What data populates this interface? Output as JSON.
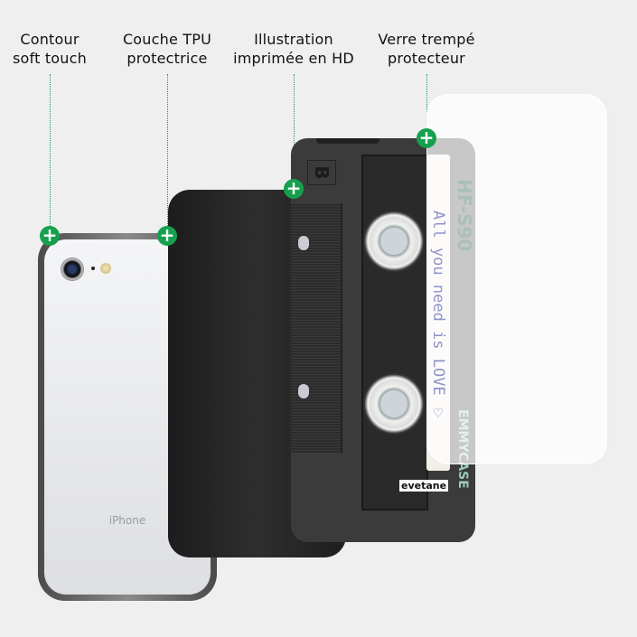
{
  "labels": [
    {
      "line1": "Contour",
      "line2": "soft touch"
    },
    {
      "line1": "Couche TPU",
      "line2": "protectrice"
    },
    {
      "line1": "Illustration",
      "line2": "imprimée en HD"
    },
    {
      "line1": "Verre trempé",
      "line2": "protecteur"
    }
  ],
  "marker_symbol": "+",
  "phone": {
    "model_text": "iPhone",
    "logo": "apple-logo"
  },
  "cassette": {
    "side_letter": "B",
    "model": "HF-S90",
    "handwriting": "All you need is LOVE ♡",
    "brand_side": "EMMYCASE",
    "brand_logo": "evetane"
  },
  "colors": {
    "marker": "#16a04e",
    "background": "#efefef",
    "tpu": "#232323"
  }
}
